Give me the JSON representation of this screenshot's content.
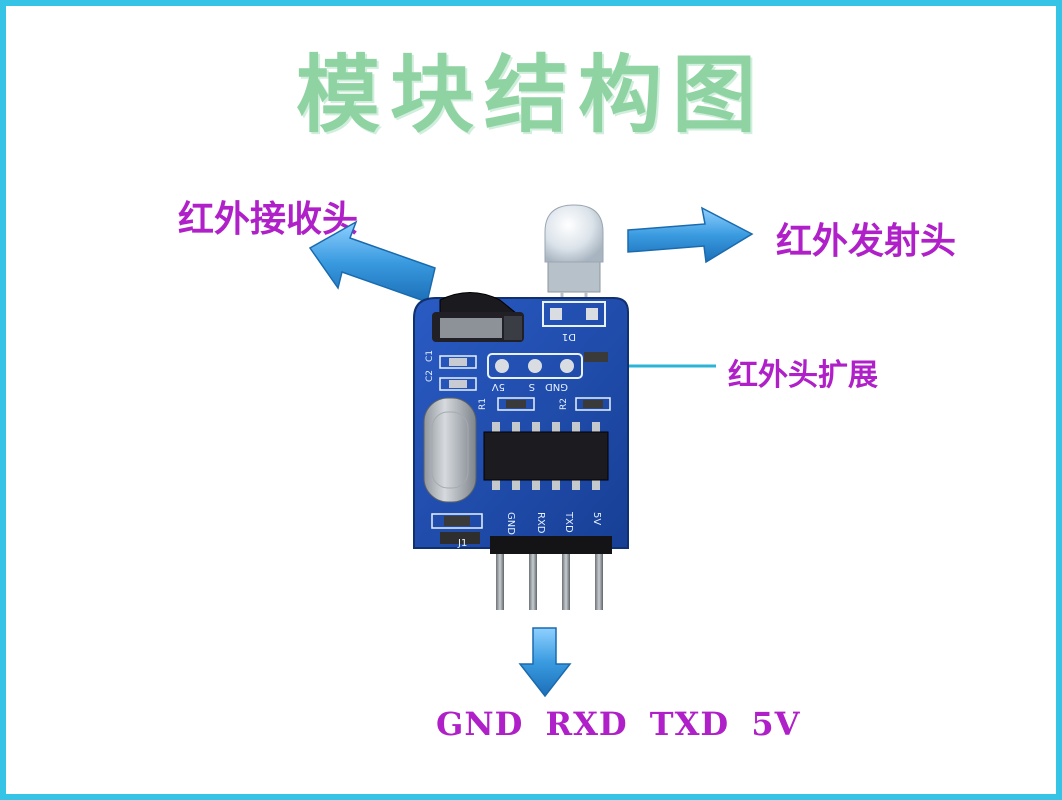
{
  "title": "模块结构图",
  "labels": {
    "receiver": "红外接收头",
    "emitter": "红外发射头",
    "expansion": "红外头扩展"
  },
  "pins_caption": "GND RXD TXD 5V",
  "board_silkscreen": {
    "pins": [
      "GND",
      "RXD",
      "TXD",
      "5V"
    ],
    "header": [
      "5V",
      "S",
      "GND"
    ],
    "parts": [
      "D1",
      "C2",
      "C1",
      "R1",
      "R2",
      "J1"
    ]
  },
  "colors": {
    "border": "#35c3e6",
    "title": "#8fd3a3",
    "label": "#b020c8",
    "arrow": "#2b8fd6",
    "pcb": "#1d4aa8"
  }
}
